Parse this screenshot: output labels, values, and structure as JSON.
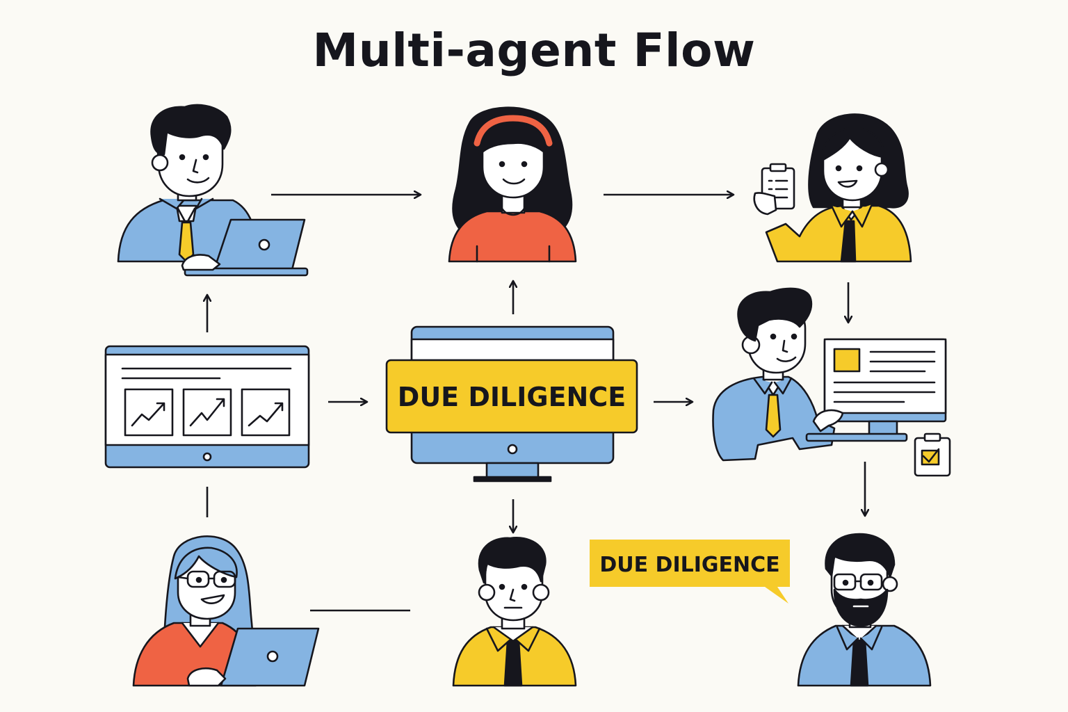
{
  "title": "Multi-agent Flow",
  "banner_label": "DUE DILIGENCE",
  "speech_bubble_label": "DUE DILIGENCE",
  "colors": {
    "background": "#fbfaf5",
    "outline": "#16161d",
    "blue": "#85b4e2",
    "yellow": "#f6cb2a",
    "red": "#ef6344",
    "skin": "#ffffff"
  },
  "icons": [
    "laptop-icon",
    "monitor-icon",
    "clipboard-icon",
    "checklist-icon",
    "trend-chart-icon",
    "arrow-icon"
  ]
}
